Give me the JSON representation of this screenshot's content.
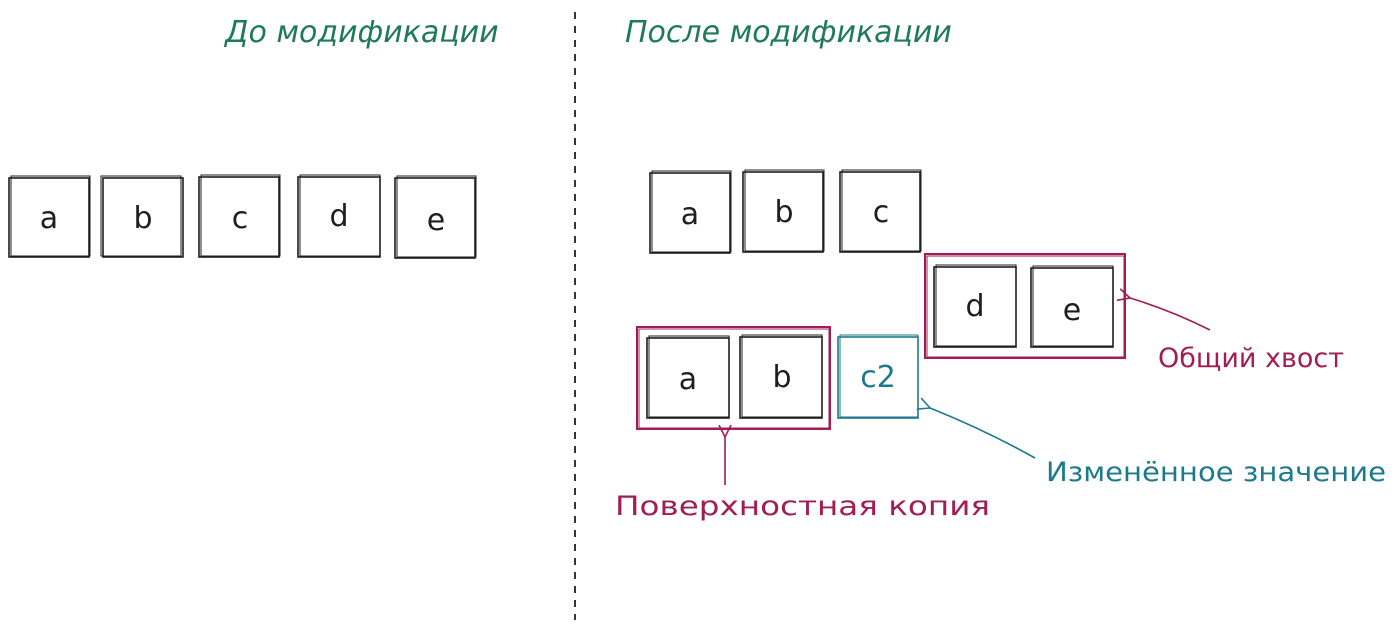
{
  "headings": {
    "before": "До модификации",
    "after": "После модификации"
  },
  "before": {
    "cells": [
      "a",
      "b",
      "c",
      "d",
      "e"
    ]
  },
  "after": {
    "prefix_cells": [
      "a",
      "b",
      "c"
    ],
    "shared_tail_cells": [
      "d",
      "e"
    ],
    "copy_cells": [
      "a",
      "b"
    ],
    "modified_cell": "c2"
  },
  "annotations": {
    "shared_tail": "Общий хвост",
    "modified_value": "Изменённое значение",
    "shallow_copy": "Поверхностная копия"
  },
  "colors": {
    "heading": "#1f7a5a",
    "ink": "#1e1e1e",
    "crimson": "#a11d55",
    "teal": "#1c7a8c"
  }
}
